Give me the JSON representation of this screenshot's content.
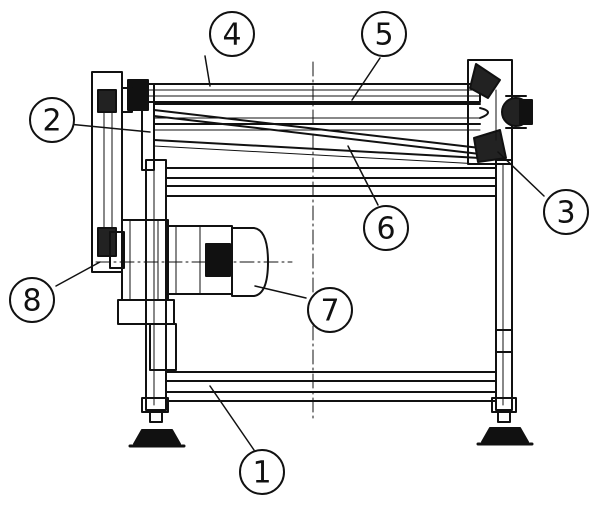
{
  "callouts": [
    {
      "id": "c1",
      "label": "1"
    },
    {
      "id": "c2",
      "label": "2"
    },
    {
      "id": "c3",
      "label": "3"
    },
    {
      "id": "c4",
      "label": "4"
    },
    {
      "id": "c5",
      "label": "5"
    },
    {
      "id": "c6",
      "label": "6"
    },
    {
      "id": "c7",
      "label": "7"
    },
    {
      "id": "c8",
      "label": "8"
    }
  ],
  "colors": {
    "line": "#111111",
    "hatch": "#444444",
    "background": "#ffffff"
  }
}
